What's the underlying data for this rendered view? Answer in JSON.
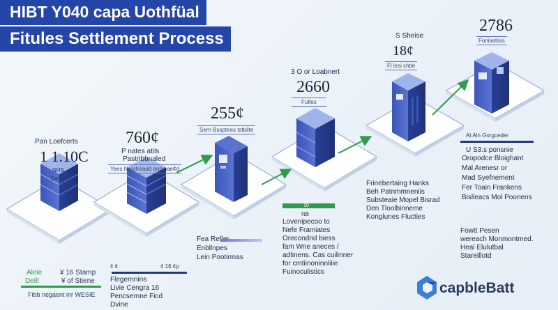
{
  "title": {
    "line1": "HIBT Y040 capa Uothfüal",
    "line2": "Fitules Settlement Process"
  },
  "stages": [
    {
      "label": "Pan Loefcerts",
      "value": "1 1.10C",
      "sub1": "NHS",
      "sub2": "Datls"
    },
    {
      "label": "760¢",
      "sub1": "P nates atils",
      "sub2": "Pastribbnaled",
      "sub3": "Yees Nerstreadd anbinae¢d"
    },
    {
      "label": "255¢",
      "sub1": "Sern Bssptees tstbilte"
    },
    {
      "label": "3 O or Loabnert",
      "value": "2660",
      "sub1": "Fultes"
    },
    {
      "label": "S Sheise",
      "value": "18¢",
      "sub1": "Fl lesi chtle"
    },
    {
      "label": "2786",
      "sub1": "Fonisetisis"
    }
  ],
  "notes": {
    "bottom_left_green": {
      "l1": "Aleie",
      "l2": "Deill",
      "l3": "¥ 16 Stamp",
      "l4": "¥ of Stiene"
    },
    "bottom_left_footer": "Fibb negaent inr WESIE",
    "col2": {
      "head1": "¢ ¢",
      "head2": "¢ 16 ¢p",
      "l1": "Flegernnins",
      "l2": "Livie Cengra 16",
      "l3": "Pencsernne Ficd",
      "l4": "Dvine"
    },
    "col3": {
      "l1": "Fea Refler",
      "l2": "Enbllnpes",
      "l3": "Lein Pootirmas"
    },
    "col4": {
      "head": "10",
      "sub": "NB",
      "l1": "Lovenipecoo to",
      "l2": "Nefe Framiates",
      "l3": "Orecondrid biess",
      "l4": "fam Wne aneces /",
      "l5": "adtinens. Cas cuilinner",
      "l6": "for cmtiinoninnliiie",
      "l7": "Fuinoculistics"
    },
    "col5": {
      "l1": "Frinebertaing Hanks",
      "l2": "Beh Patnmmneniis",
      "l3": "Substeaie Mopel Bisrad",
      "l4": "Den Tloolbinneme",
      "l5": "Konglunes Flucties"
    },
    "col6": {
      "head": "At Aln Gorgceder",
      "l1": "U S3.s ponsnie",
      "l2": "Oropodce Bloighant",
      "l3": "Mal Arenesr or",
      "l4": "Mad Syefnement",
      "l5": "Fer Toain Frankens",
      "l6": "Bislleacs Mol Pooriens"
    },
    "col7": {
      "l1": "Fowtt Pesen",
      "l2": "wereach Monmontmed.",
      "l3": "Heal Elulutbal",
      "l4": "Stareillotd"
    }
  },
  "logo": {
    "text": "capbleBatt"
  }
}
